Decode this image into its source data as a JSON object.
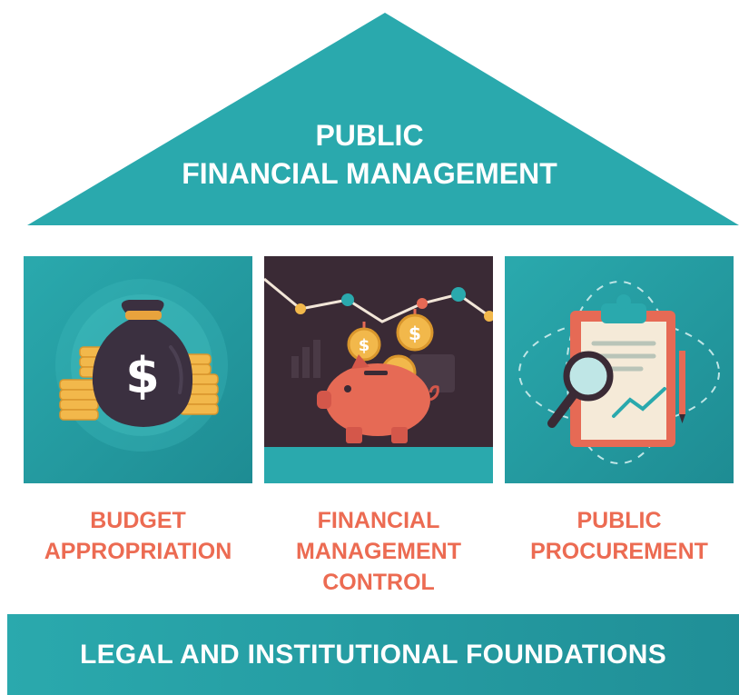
{
  "roof": {
    "line1": "PUBLIC",
    "line2": "FINANCIAL MANAGEMENT",
    "color": "#2aa9ad"
  },
  "pillars": [
    {
      "icon": "money-bag-icon",
      "caption_lines": [
        "BUDGET",
        "APPROPRIATION"
      ]
    },
    {
      "icon": "piggy-bank-icon",
      "caption_lines": [
        "FINANCIAL",
        "MANAGEMENT",
        "CONTROL"
      ]
    },
    {
      "icon": "clipboard-magnifier-icon",
      "caption_lines": [
        "PUBLIC",
        "PROCUREMENT"
      ]
    }
  ],
  "base": {
    "label": "LEGAL AND INSTITUTIONAL FOUNDATIONS"
  },
  "colors": {
    "teal": "#2aa9ad",
    "caption": "#ec6b52",
    "dark_panel": "#3a2a35"
  }
}
